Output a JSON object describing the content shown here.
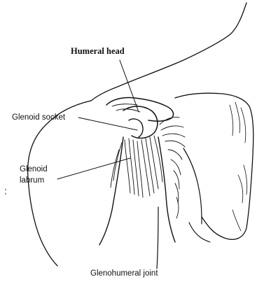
{
  "labels": {
    "humeral_head": "Humeral head",
    "glenoid_socket": "Glenoid socket",
    "glenoid_labrum_line1": "Glenoid",
    "glenoid_labrum_line2": "labrum",
    "caption": "Glenohumeral joint"
  },
  "colors": {
    "ink": "#111111",
    "background": "#ffffff"
  }
}
